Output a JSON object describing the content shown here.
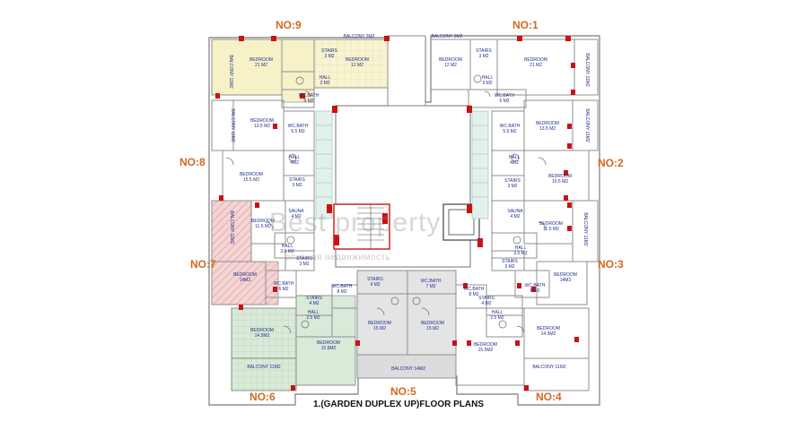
{
  "caption": "1.(GARDEN DUPLEX UP)FLOOR PLANS",
  "watermark": {
    "main": "Best property",
    "sub": "элитная недвижимость"
  },
  "colors": {
    "wall": "#9a9a9a",
    "accent_red": "#cc1111",
    "unit_label": "#d2691e",
    "room_label": "#1f2f8c",
    "yellow_unit": "#f7f1c8",
    "green_unit": "#d9ead8",
    "gray_unit": "#e4e4e4",
    "hatch_unit": "#f1c9c9",
    "stair_green": "#bfe0d4"
  },
  "units": [
    {
      "id": "9",
      "label": "NO:9"
    },
    {
      "id": "1",
      "label": "NO:1"
    },
    {
      "id": "8",
      "label": "NO:8"
    },
    {
      "id": "2",
      "label": "NO:2"
    },
    {
      "id": "7",
      "label": "NO:7"
    },
    {
      "id": "3",
      "label": "NO:3"
    },
    {
      "id": "6",
      "label": "NO:6"
    },
    {
      "id": "5",
      "label": "NO:5"
    },
    {
      "id": "4",
      "label": "NO:4"
    }
  ],
  "rooms": [
    {
      "l1": "BALCONY 3M2",
      "l2": ""
    },
    {
      "l1": "BEDROOM",
      "l2": "21 M2"
    },
    {
      "l1": "STAIRS",
      "l2": "3 M2"
    },
    {
      "l1": "BEDROOM",
      "l2": "12 M2"
    },
    {
      "l1": "BALCONY 11M2",
      "l2": ""
    },
    {
      "l1": "HALL",
      "l2": "3 M2"
    },
    {
      "l1": "WC.BATH",
      "l2": "6 M2"
    },
    {
      "l1": "BALCONY 3M2",
      "l2": ""
    },
    {
      "l1": "BEDROOM",
      "l2": "12 M2"
    },
    {
      "l1": "STAIRS",
      "l2": "3 M2"
    },
    {
      "l1": "BEDROOM",
      "l2": "21 M2"
    },
    {
      "l1": "BALCONY 11M2",
      "l2": ""
    },
    {
      "l1": "HALL",
      "l2": "3 M2"
    },
    {
      "l1": "WC.BATH",
      "l2": "6 M2"
    },
    {
      "l1": "BALCONY 11M2",
      "l2": ""
    },
    {
      "l1": "BEDROOM",
      "l2": "13.5 M2"
    },
    {
      "l1": "WC.BATH",
      "l2": "5.5 M2"
    },
    {
      "l1": "HALL",
      "l2": "4M2"
    },
    {
      "l1": "BEDROOM",
      "l2": "15.5 M2"
    },
    {
      "l1": "STAIRS",
      "l2": "3 M2"
    },
    {
      "l1": "WC.BATH",
      "l2": "5.5 M2"
    },
    {
      "l1": "BEDROOM",
      "l2": "13.5 M2"
    },
    {
      "l1": "BALCONY 11M2",
      "l2": ""
    },
    {
      "l1": "HALL",
      "l2": "4M2"
    },
    {
      "l1": "STAIRS",
      "l2": "3 M2"
    },
    {
      "l1": "BEDROOM",
      "l2": "15.5 M2"
    },
    {
      "l1": "BALCONY 11M2",
      "l2": ""
    },
    {
      "l1": "BEDROOM",
      "l2": "11.5 M2"
    },
    {
      "l1": "SAUNA",
      "l2": "4 M2"
    },
    {
      "l1": "HALL",
      "l2": "3.5 M2"
    },
    {
      "l1": "STAIRS",
      "l2": "3 M2"
    },
    {
      "l1": "BEDROOM",
      "l2": "14M2"
    },
    {
      "l1": "WC.BATH",
      "l2": "6 M2"
    },
    {
      "l1": "SAUNA",
      "l2": "4 M2"
    },
    {
      "l1": "BEDROOM",
      "l2": "11.5 M2"
    },
    {
      "l1": "BALCONY 11M2",
      "l2": ""
    },
    {
      "l1": "HALL",
      "l2": "3.5 M2"
    },
    {
      "l1": "STAIRS",
      "l2": "3 M2"
    },
    {
      "l1": "BEDROOM",
      "l2": "14M2"
    },
    {
      "l1": "WC.BATH",
      "l2": "6 M2"
    },
    {
      "l1": "WC.BATH",
      "l2": "8 M2"
    },
    {
      "l1": "STAIRS",
      "l2": "4 M2"
    },
    {
      "l1": "HALL",
      "l2": "2.5 M2"
    },
    {
      "l1": "BEDROOM",
      "l2": "14.5M2"
    },
    {
      "l1": "BEDROOM",
      "l2": "15.5M2"
    },
    {
      "l1": "BALCONY 11M2",
      "l2": ""
    },
    {
      "l1": "STAIRS",
      "l2": "4 M2"
    },
    {
      "l1": "WC.BATH",
      "l2": "7 M2"
    },
    {
      "l1": "BEDROOM",
      "l2": "15 M2"
    },
    {
      "l1": "BEDROOM",
      "l2": "15 M2"
    },
    {
      "l1": "BALCONY 14M2",
      "l2": ""
    },
    {
      "l1": "WC.BATH",
      "l2": "8 M2"
    },
    {
      "l1": "STAIRS",
      "l2": "4 M2"
    },
    {
      "l1": "HALL",
      "l2": "2.5 M2"
    },
    {
      "l1": "BEDROOM",
      "l2": "14.5M2"
    },
    {
      "l1": "BEDROOM",
      "l2": "15.5M2"
    },
    {
      "l1": "BALCONY 11M2",
      "l2": ""
    }
  ]
}
